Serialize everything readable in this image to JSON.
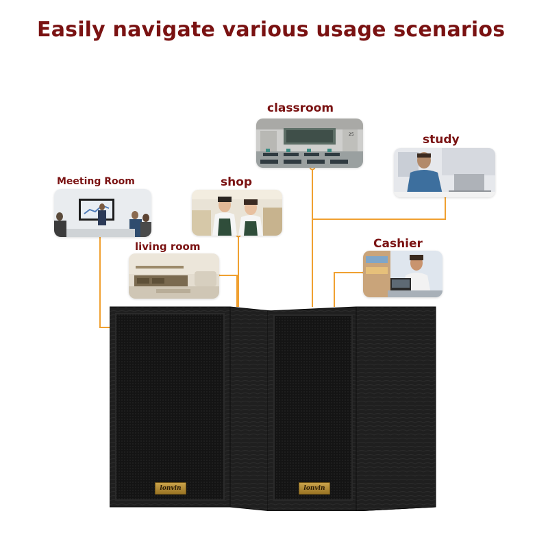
{
  "headline": "Easily navigate various usage scenarios",
  "scenarios": [
    {
      "label": "classroom"
    },
    {
      "label": "study"
    },
    {
      "label": "Meeting Room"
    },
    {
      "label": "shop"
    },
    {
      "label": "living room"
    },
    {
      "label": "Cashier"
    }
  ],
  "brand_badge": "lonvin",
  "colors": {
    "headline": "#7a1212",
    "connector": "#f0a030",
    "speaker_body": "#1e1e1e"
  }
}
